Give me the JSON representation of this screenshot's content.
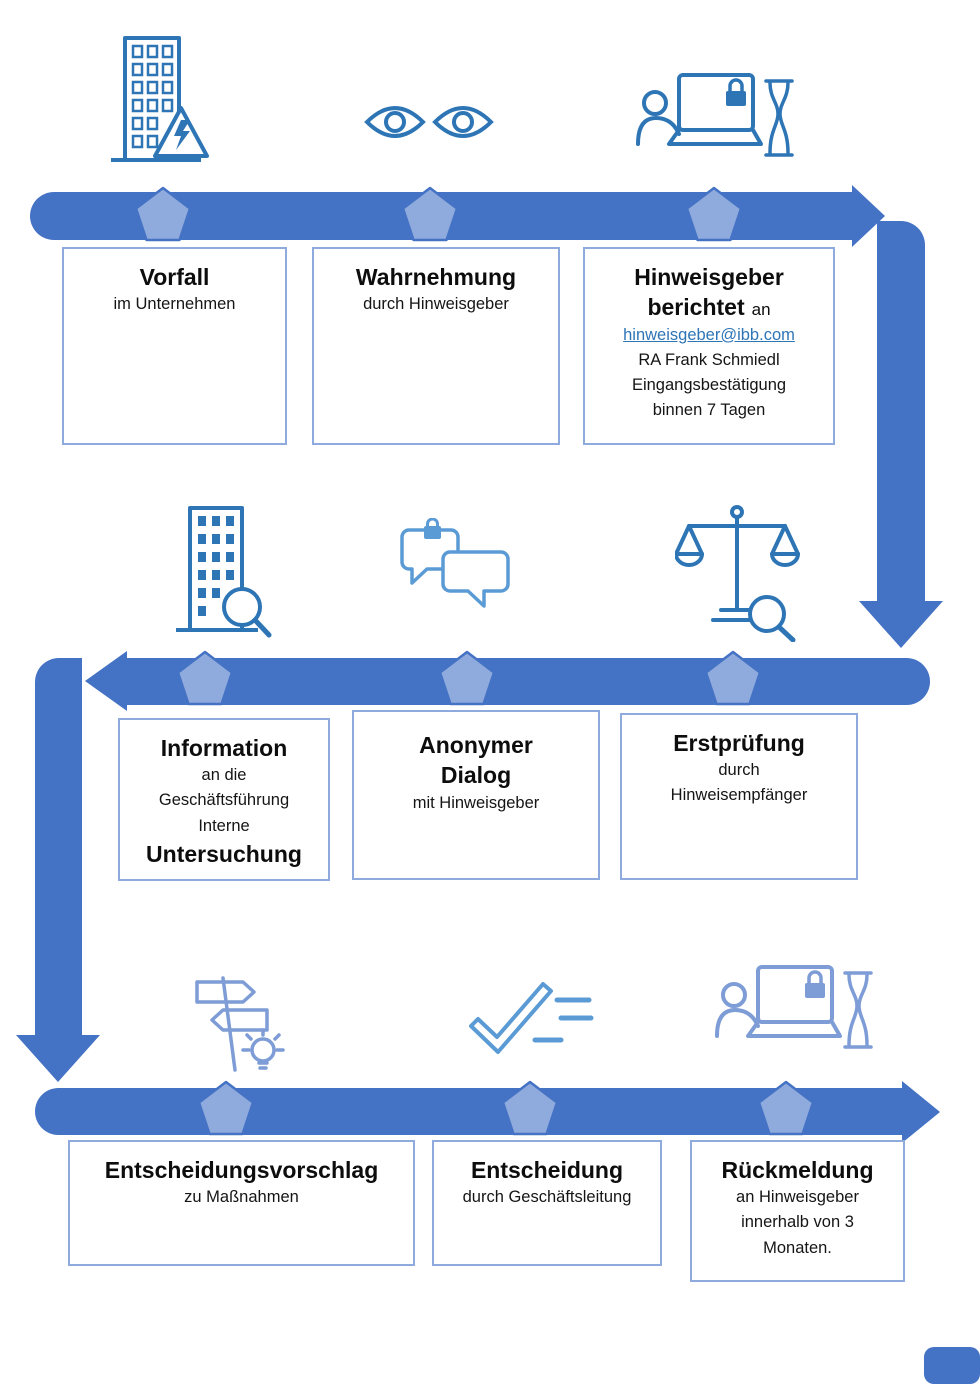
{
  "colors": {
    "band": "#4472c4",
    "pentagon_fill": "#8faadc",
    "pentagon_stroke": "#4472c4",
    "box_border": "#8faadc",
    "link": "#2e75b6",
    "icon_primary": "#2e75b6",
    "icon_secondary": "#5b9bd5",
    "icon_light": "#7e9cd6",
    "corner_square": "#4472c4"
  },
  "boxes": {
    "vorfall": {
      "title": "Vorfall",
      "lines": [
        "im Unternehmen"
      ]
    },
    "wahrnehmung": {
      "title": "Wahrnehmung",
      "lines": [
        "durch Hinweisgeber"
      ]
    },
    "bericht": {
      "title": "Hinweisgeber\nberichtet",
      "title_suffix": "an",
      "email": "hinweisgeber@ibb.com",
      "lines": [
        "RA Frank Schmiedl",
        "Eingangsbestätigung",
        "binnen 7 Tagen"
      ]
    },
    "information": {
      "title": "Information",
      "lines": [
        "an die",
        "Geschäftsführung",
        "Interne"
      ],
      "title2": "Untersuchung"
    },
    "dialog": {
      "title": "Anonymer\nDialog",
      "lines": [
        "mit Hinweisgeber"
      ]
    },
    "erstpruefung": {
      "title": "Erstprüfung",
      "lines": [
        "durch",
        "Hinweisempfänger"
      ]
    },
    "vorschlag": {
      "title": "Entscheidungsvorschlag",
      "lines": [
        "zu Maßnahmen"
      ]
    },
    "entscheidung": {
      "title": "Entscheidung",
      "lines": [
        "durch Geschäftsleitung"
      ]
    },
    "rueckmeldung": {
      "title": "Rückmeldung",
      "lines": [
        "an Hinweisgeber",
        "innerhalb von 3",
        "Monaten."
      ]
    }
  },
  "icons": {
    "top": [
      "building-warning-icon",
      "eyes-icon",
      "person-laptop-lock-hourglass-icon"
    ],
    "middle": [
      "building-magnifier-icon",
      "chat-bubbles-lock-icon",
      "scales-magnifier-icon"
    ],
    "bottom": [
      "signpost-lightbulb-icon",
      "checkmark-list-icon",
      "person-laptop-lock-hourglass-icon"
    ]
  }
}
